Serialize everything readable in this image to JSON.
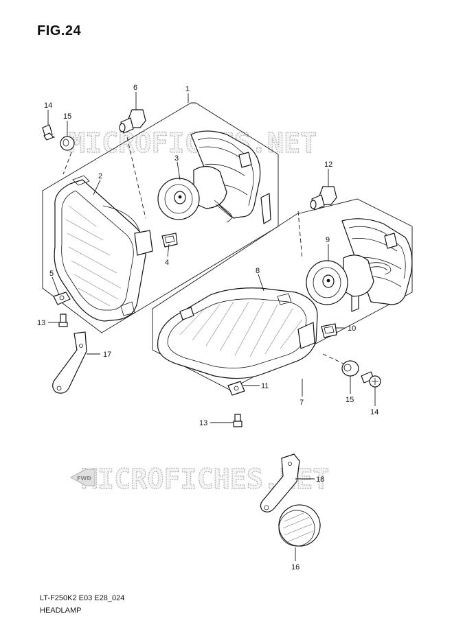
{
  "figure": {
    "title": "FIG.24",
    "code": "LT-F250K2 E03 E28_024",
    "name": "HEADLAMP"
  },
  "watermark": {
    "text": "MICROFICHES.NET",
    "badge": "FWD"
  },
  "callouts": {
    "c1": "1",
    "c2": "2",
    "c3": "3",
    "c4": "4",
    "c5": "5",
    "c6": "6",
    "c7": "7",
    "c8": "8",
    "c9": "9",
    "c10": "10",
    "c11": "11",
    "c12": "12",
    "c13a": "13",
    "c13b": "13",
    "c14a": "14",
    "c14b": "14",
    "c15a": "15",
    "c15b": "15",
    "c16": "16",
    "c17": "17",
    "c18": "18"
  }
}
